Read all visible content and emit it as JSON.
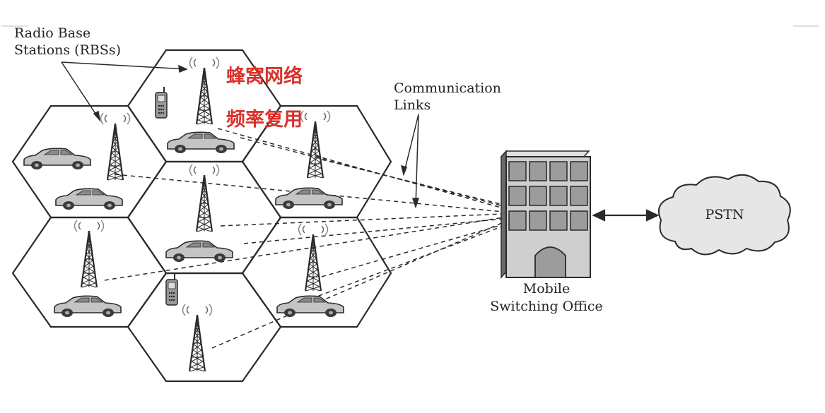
{
  "labels": {
    "rbs_line1": "Radio Base",
    "rbs_line2": "Stations (RBSs)",
    "comm_line1": "Communication",
    "comm_line2": "Links",
    "mso_line1": "Mobile",
    "mso_line2": "Switching Office",
    "pstn": "PSTN"
  },
  "annotations": {
    "cellular_network": "蜂窝网络",
    "frequency_reuse": "频率复用",
    "color": "#d9322b"
  },
  "colors": {
    "line": "#2a2a2a",
    "building_glass": "#9c9c9c",
    "building_wall": "#cfcfcf",
    "cloud": "#e6e6e6"
  }
}
